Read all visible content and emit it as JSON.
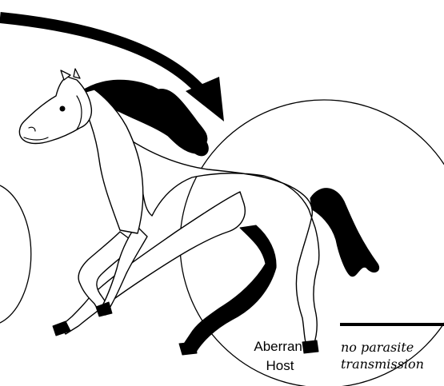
{
  "host": {
    "line1": "Aberrant",
    "line2": "Host"
  },
  "note": {
    "line1": "no parasite",
    "line2": "transmission"
  },
  "icons": {
    "arrow": "curved-arrow-icon",
    "horse": "horse-illustration"
  },
  "colors": {
    "ink": "#000000",
    "background": "#ffffff"
  }
}
